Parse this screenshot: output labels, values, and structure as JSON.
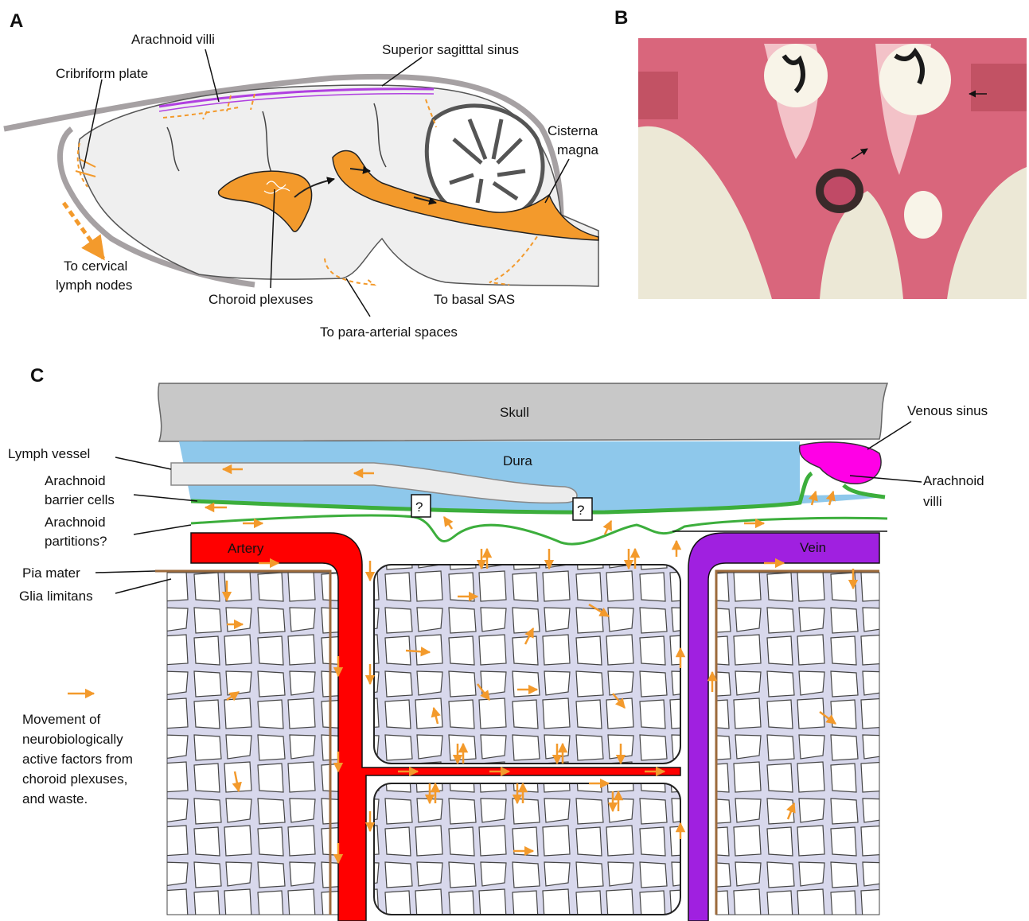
{
  "colors": {
    "orange": "#f39a2c",
    "brain": "#efefef",
    "skull_outline": "#a6a1a3",
    "dura": "#8ec8eb",
    "skull": "#c8c8c8",
    "artery": "#ff0000",
    "vein": "#a020e0",
    "sinus": "#ff00e6",
    "arachnoid": "#3cae3c",
    "pia": "#9c6a3b",
    "cell_fill": "#ffffff",
    "ecs_fill": "#d8d8ec",
    "tissue_pink": "#d9667c",
    "tissue_bg": "#ece8d6"
  },
  "panel_a": {
    "letter": "A",
    "labels": {
      "arachnoid_villi": "Arachnoid villi",
      "superior_sinus": "Superior sagitttal sinus",
      "cribriform": "Cribriform plate",
      "cisterna_1": "Cisterna",
      "cisterna_2": "magna",
      "cervical_1": "To cervical",
      "cervical_2": "lymph nodes",
      "choroid": "Choroid plexuses",
      "basal_sas": "To basal SAS",
      "para_arterial": "To para-arterial spaces"
    }
  },
  "panel_b": {
    "letter": "B"
  },
  "panel_c": {
    "letter": "C",
    "labels": {
      "skull": "Skull",
      "dura": "Dura",
      "venous_sinus": "Venous sinus",
      "lymph_vessel": "Lymph vessel",
      "arachnoid_barrier_1": "Arachnoid",
      "arachnoid_barrier_2": "barrier cells",
      "arachnoid_partitions_1": "Arachnoid",
      "arachnoid_partitions_2": "partitions?",
      "arachnoid_villi_1": "Arachnoid",
      "arachnoid_villi_2": "villi",
      "artery": "Artery",
      "vein": "Vein",
      "pia_mater": "Pia mater",
      "glia_limitans": "Glia limitans",
      "question": "?",
      "legend_1": "Movement of",
      "legend_2": "neurobiologically",
      "legend_3": "active factors from",
      "legend_4": "choroid plexuses,",
      "legend_5": "and waste."
    }
  }
}
